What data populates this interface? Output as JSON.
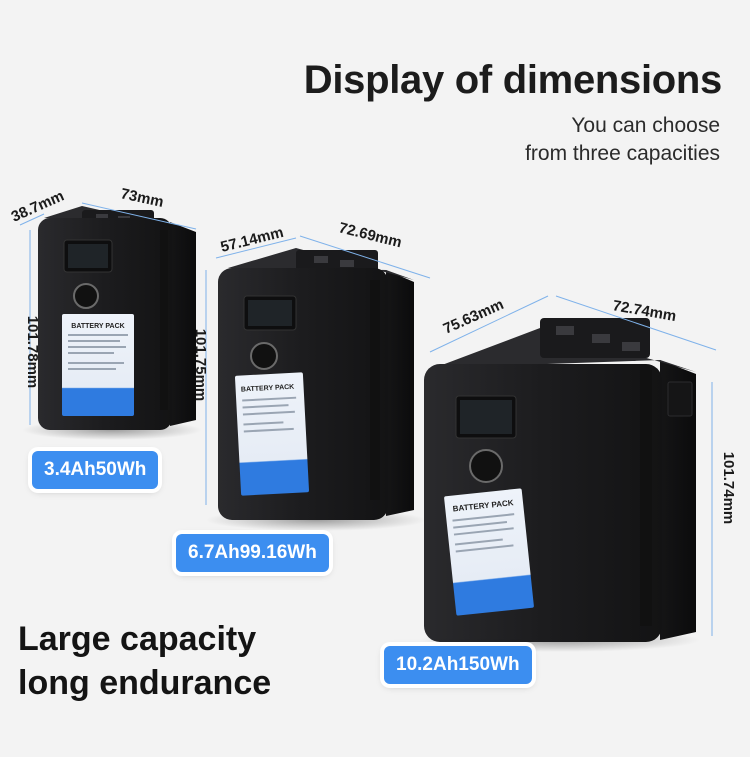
{
  "header": {
    "title": "Display of dimensions",
    "subtitle_line1": "You can choose",
    "subtitle_line2": "from three capacities"
  },
  "tagline": {
    "line1": "Large capacity",
    "line2": "long endurance"
  },
  "batteries": {
    "small": {
      "capacity": "3.4Ah50Wh",
      "depth": "38.7mm",
      "width": "73mm",
      "height": "101.78mm"
    },
    "medium": {
      "capacity": "6.7Ah99.16Wh",
      "depth": "57.14mm",
      "width": "72.69mm",
      "height": "101.75mm"
    },
    "large": {
      "capacity": "10.2Ah150Wh",
      "depth": "75.63mm",
      "width": "72.74mm",
      "height": "101.74mm"
    },
    "label_text": "BATTERY PACK"
  },
  "colors": {
    "accent": "#3c8ef0",
    "battery_body": "#1e1e20",
    "dimension_line": "#7fb2ea"
  }
}
